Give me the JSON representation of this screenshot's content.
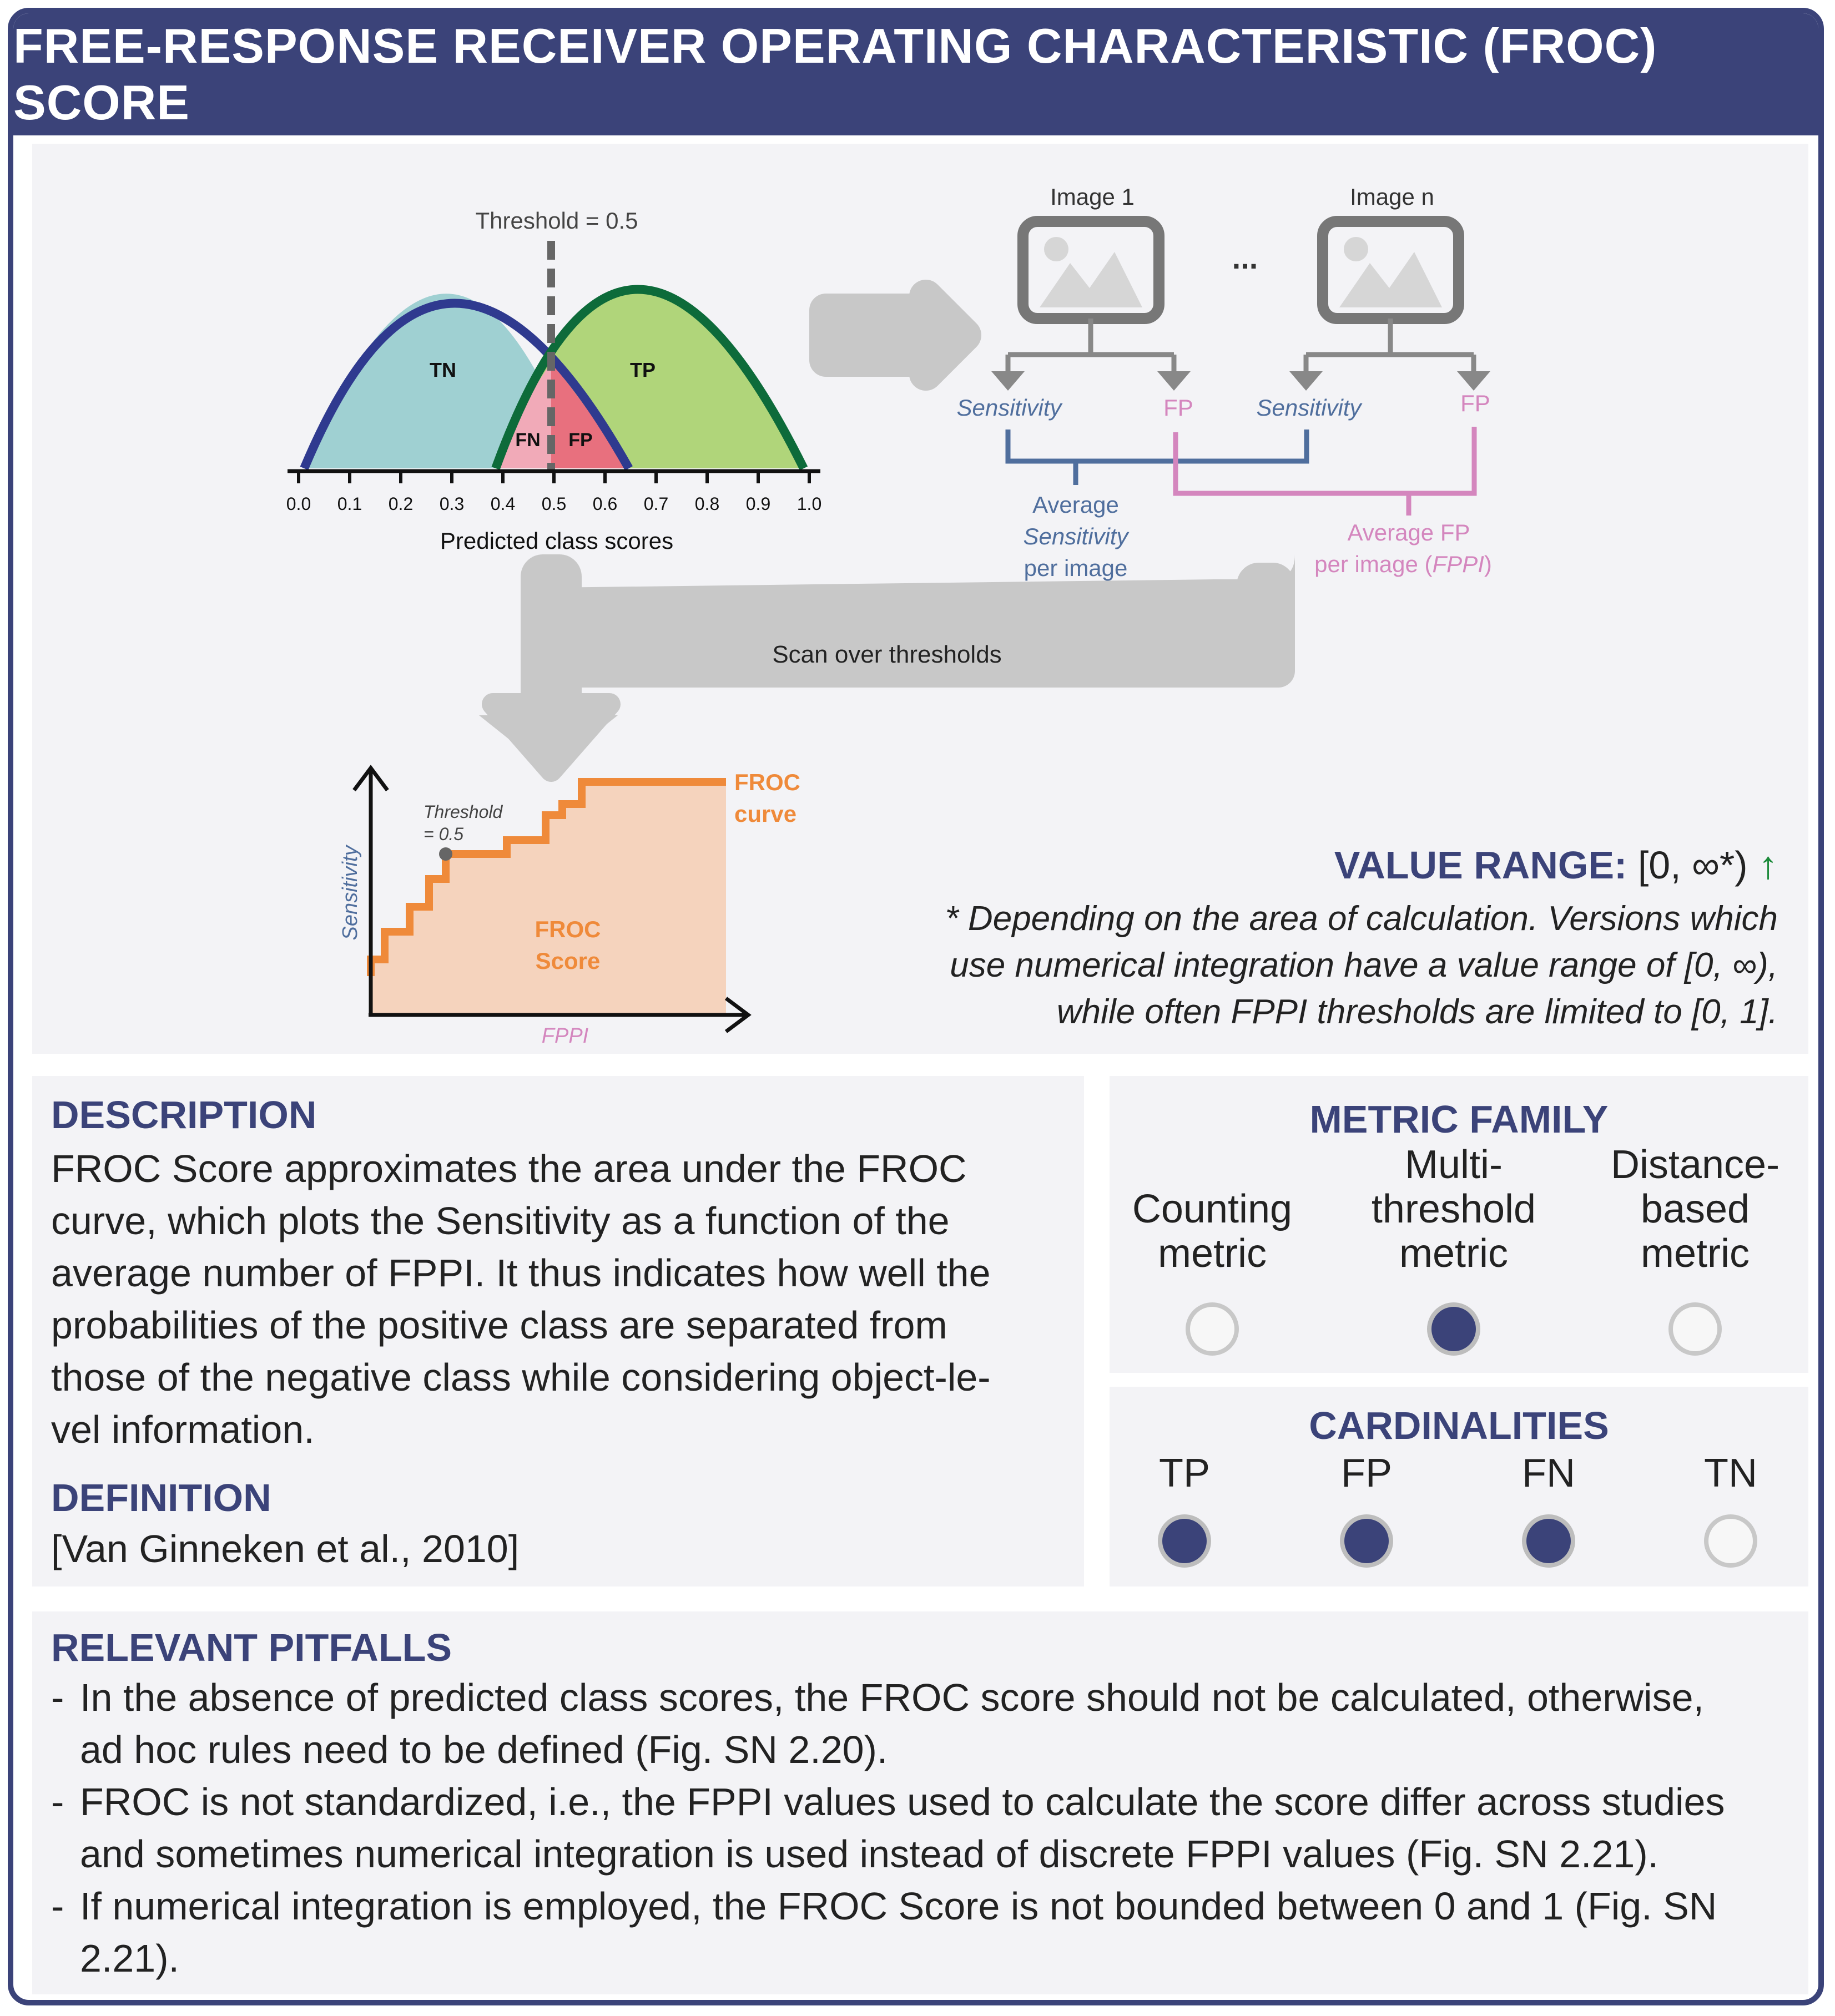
{
  "title": "FREE-RESPONSE RECEIVER OPERATING CHARACTERISTIC (FROC) SCORE",
  "diagram": {
    "threshold_label": "Threshold = 0.5",
    "tn": "TN",
    "tp": "TP",
    "fn": "FN",
    "fp": "FP",
    "axis_ticks": [
      "0.0",
      "0.1",
      "0.2",
      "0.3",
      "0.4",
      "0.5",
      "0.6",
      "0.7",
      "0.8",
      "0.9",
      "1.0"
    ],
    "axis_label": "Predicted class scores",
    "image1": "Image 1",
    "imagen": "Image n",
    "ellipsis": "...",
    "sensitivity": "Sensitivity",
    "avg_sens_1": "Average",
    "avg_sens_2": "Sensitivity",
    "avg_sens_3": "per image",
    "avg_fp_1": "Average FP",
    "avg_fp_2": "per image (",
    "avg_fp_3": "FPPI",
    "avg_fp_4": ")",
    "scan": "Scan over thresholds",
    "froc_y": "Sensitivity",
    "froc_x": "FPPI",
    "froc_thr_1": "Threshold",
    "froc_thr_2": "= 0.5",
    "froc_curve_1": "FROC",
    "froc_curve_2": "curve",
    "froc_score_1": "FROC",
    "froc_score_2": "Score"
  },
  "value_range": {
    "label": "VALUE RANGE:",
    "value": "[0, ∞*)",
    "arrow": "↑",
    "note_1": "* Depending on the area of calculation. Versions which",
    "note_2": "use numerical integration have a value range of [0, ∞),",
    "note_3": "while often FPPI thresholds are limited to [0, 1]."
  },
  "description": {
    "heading": "DESCRIPTION",
    "lines": [
      "FROC Score approximates the area under the FROC",
      "curve, which plots the Sensitivity as a function of the",
      "average number of FPPI. It thus indicates how well the",
      "probabilities of the positive class are separated from",
      "those of the negative class while considering object-le-",
      "vel information."
    ]
  },
  "definition": {
    "heading": "DEFINITION",
    "text": "[Van Ginneken et al., 2010]"
  },
  "metric_family": {
    "heading": "METRIC FAMILY",
    "items": [
      {
        "label": "Counting\nmetric",
        "selected": false
      },
      {
        "label": "Multi-\nthreshold\nmetric",
        "selected": true
      },
      {
        "label": "Distance-\nbased\nmetric",
        "selected": false
      }
    ]
  },
  "cardinalities": {
    "heading": "CARDINALITIES",
    "items": [
      {
        "label": "TP",
        "selected": true
      },
      {
        "label": "FP",
        "selected": true
      },
      {
        "label": "FN",
        "selected": true
      },
      {
        "label": "TN",
        "selected": false
      }
    ]
  },
  "pitfalls": {
    "heading": "RELEVANT PITFALLS",
    "items": [
      {
        "dash": "-",
        "lines": [
          "In the absence of predicted class scores, the FROC score should not be calculated, otherwise,",
          "ad hoc rules need to be defined  (Fig. SN 2.20)."
        ]
      },
      {
        "dash": "-",
        "lines": [
          "FROC is not standardized, i.e., the FPPI values used to calculate the score differ across studies",
          "and sometimes numerical integration is used instead of discrete FPPI values (Fig. SN 2.21)."
        ]
      },
      {
        "dash": "-",
        "lines": [
          "If numerical integration is employed, the FROC Score is not bounded between 0 and 1 (Fig. SN",
          "2.21)."
        ]
      }
    ]
  },
  "colors": {
    "navy": "#3b4379",
    "tn_fill": "#9fd0d2",
    "tp_fill": "#b0d57a",
    "tp_stroke": "#0d6b3a",
    "fn_fill": "#f1aab8",
    "fp_fill": "#e8707e",
    "froc_orange": "#ef8a3a",
    "sens_blue": "#4f6e9d",
    "fp_pink": "#d486be",
    "gray": "#c8c8c8"
  }
}
